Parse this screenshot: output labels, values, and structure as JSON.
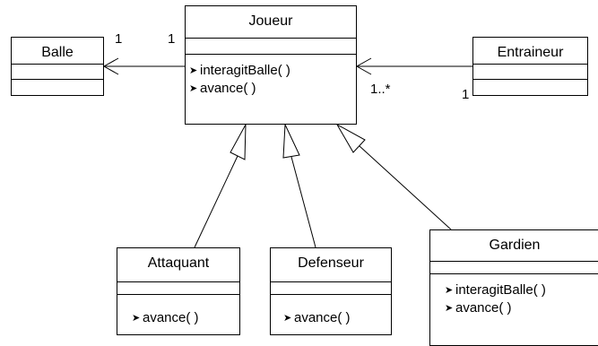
{
  "classes": {
    "balle": {
      "name": "Balle"
    },
    "joueur": {
      "name": "Joueur",
      "operations": [
        "interagitBalle( )",
        "avance( )"
      ]
    },
    "entraineur": {
      "name": "Entraineur"
    },
    "attaquant": {
      "name": "Attaquant",
      "operations": [
        "avance( )"
      ]
    },
    "defenseur": {
      "name": "Defenseur",
      "operations": [
        "avance( )"
      ]
    },
    "gardien": {
      "name": "Gardien",
      "operations": [
        "interagitBalle( )",
        "avance( )"
      ]
    }
  },
  "multiplicities": {
    "balle_end": "1",
    "joueur_balle_end": "1",
    "joueur_entraineur_end": "1..*",
    "entraineur_end": "1"
  },
  "icons": {
    "operation": "operation-icon"
  }
}
